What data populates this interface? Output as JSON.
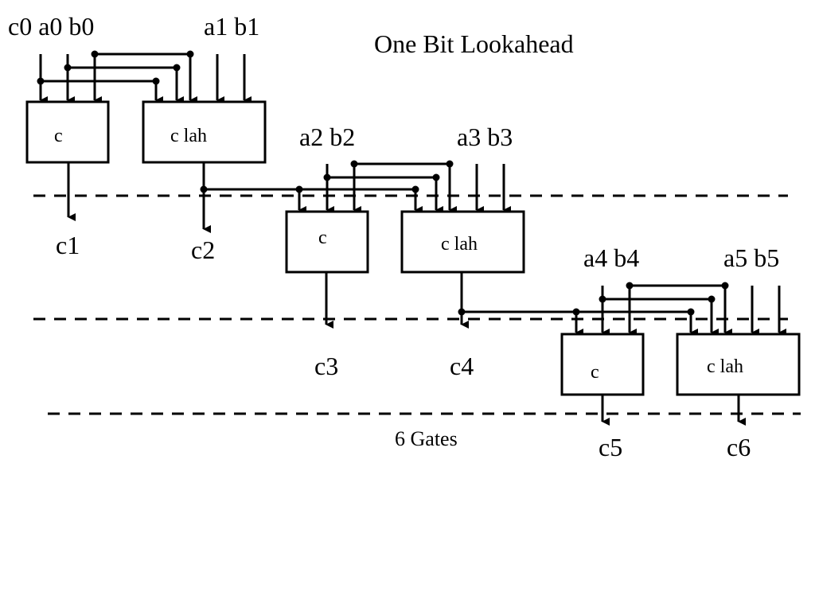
{
  "title": "One Bit Lookahead",
  "footer": "6 Gates",
  "input_labels": {
    "c0_a0_b0": "c0 a0 b0",
    "a1_b1": "a1 b1",
    "a2_b2": "a2 b2",
    "a3_b3": "a3 b3",
    "a4_b4": "a4 b4",
    "a5_b5": "a5 b5"
  },
  "gate_labels": {
    "c": "c",
    "c_lah": "c lah"
  },
  "outputs": [
    "c1",
    "c2",
    "c3",
    "c4",
    "c5",
    "c6"
  ]
}
